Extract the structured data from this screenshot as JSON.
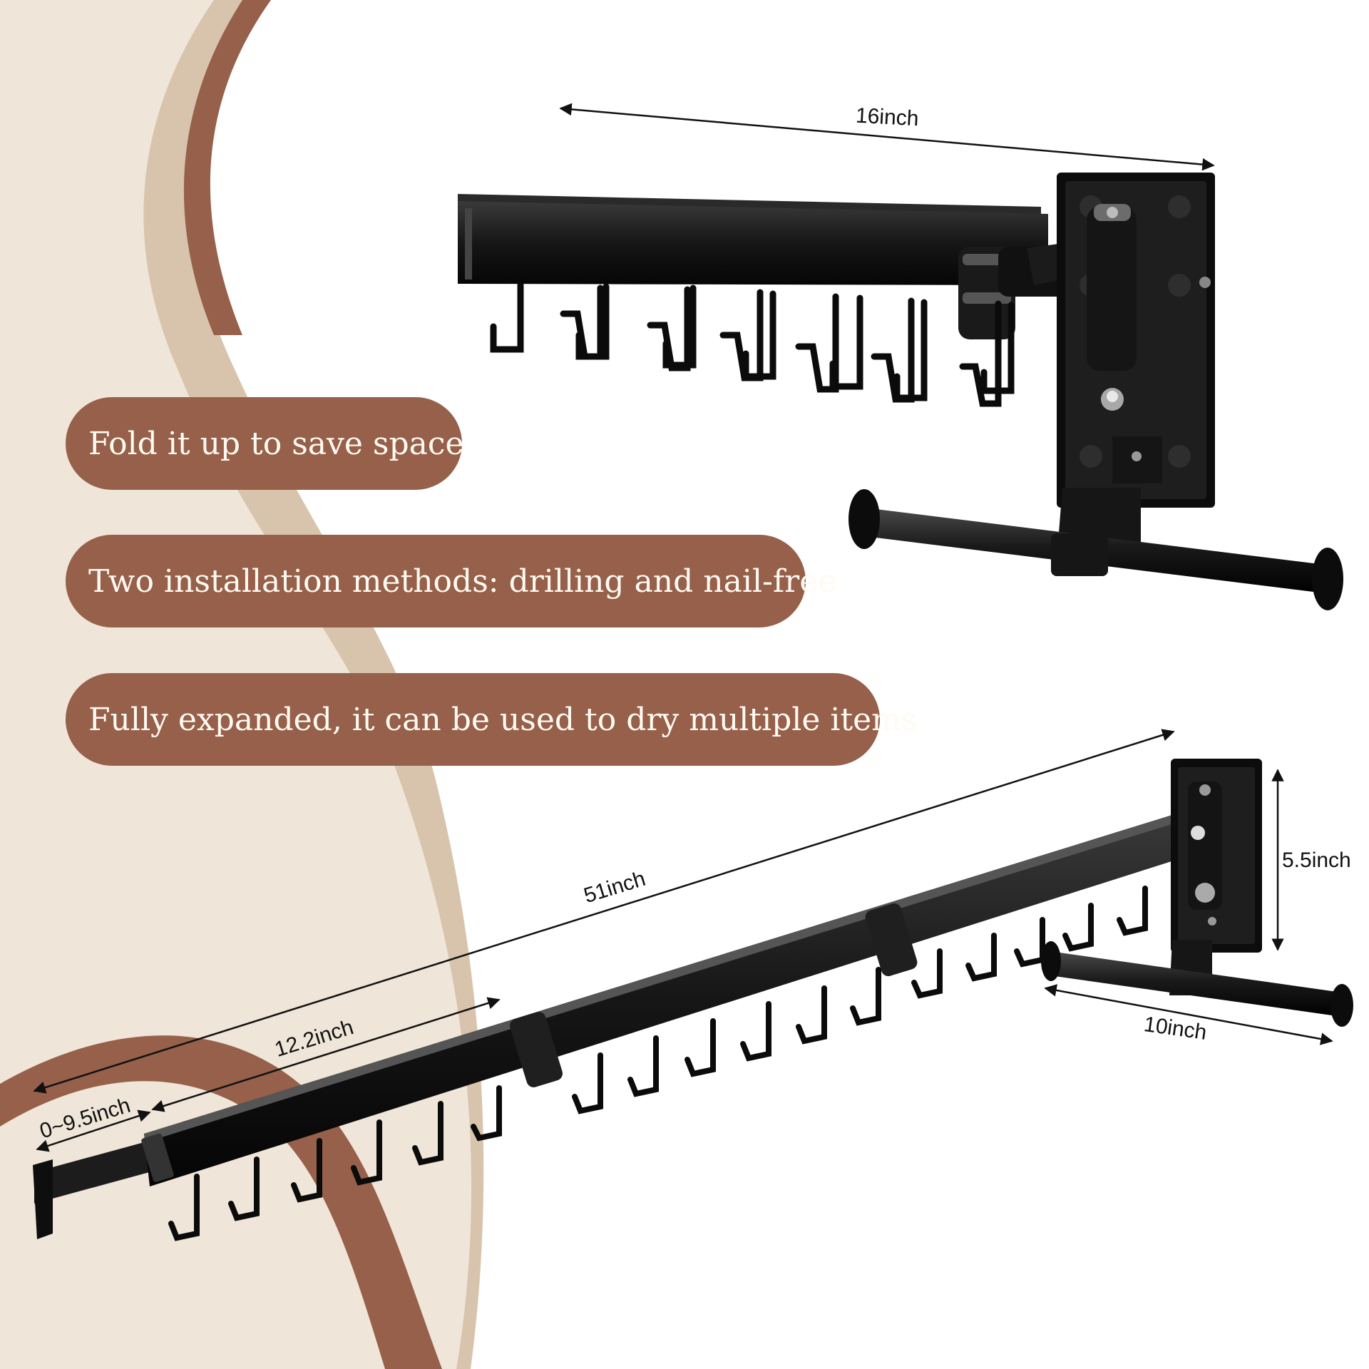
{
  "features": [
    "Fold it up to save space",
    "Two installation methods: drilling and nail-free",
    "Fully expanded, it can be used to dry multiple items"
  ],
  "dimensions": {
    "folded_length": "16inch",
    "total_length": "51inch",
    "section_length": "12.2inch",
    "extension": "0~9.5inch",
    "bracket_height": "5.5inch",
    "towel_bar_length": "10inch"
  },
  "colors": {
    "accent_brown": "#96604a",
    "cream": "#efe5d8",
    "beige": "#d8c4ad",
    "product_black": "#151515",
    "label_text": "#fffaf2"
  },
  "icons": [
    "arrow-icon",
    "hook-icon",
    "hinge-icon"
  ]
}
